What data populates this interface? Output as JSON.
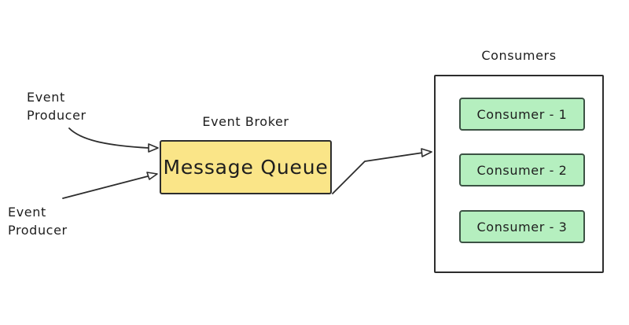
{
  "diagram": {
    "title_implicit": "Event driven architecture with message queue",
    "labels": {
      "producer_top": "Event\nProducer",
      "producer_bottom": "Event\nProducer",
      "event_broker": "Event Broker",
      "message_queue": "Message Queue",
      "consumers_title": "Consumers",
      "consumers": [
        "Consumer - 1",
        "Consumer - 2",
        "Consumer - 3"
      ]
    },
    "colors": {
      "background": "#ffffff",
      "stroke": "#2d2d2d",
      "text": "#1e1e1e",
      "queue_fill": "#fae588",
      "consumer_fill": "#b5efbf",
      "consumer_border": "#3c5244"
    },
    "edges": [
      {
        "from": "producer_top",
        "to": "message_queue",
        "style": "curved-arrow"
      },
      {
        "from": "producer_bottom",
        "to": "message_queue",
        "style": "straight-arrow"
      },
      {
        "from": "message_queue",
        "to": "consumers_container",
        "style": "elbow-arrow"
      }
    ]
  }
}
